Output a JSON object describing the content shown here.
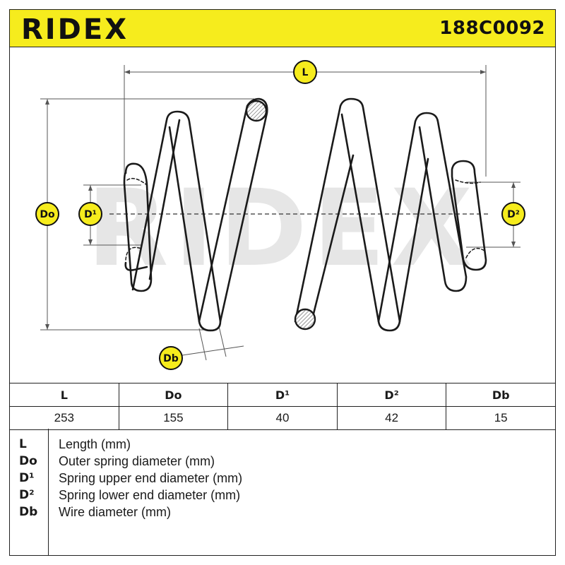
{
  "header": {
    "brand": "RIDEX",
    "part_number": "188C0092"
  },
  "diagram": {
    "watermark": "RIDEX",
    "labels": {
      "length": "L",
      "outer_diameter": "Do",
      "upper_end_diameter": "D¹",
      "lower_end_diameter": "D²",
      "wire_diameter": "Db"
    },
    "label_color": "#f6ec1d"
  },
  "spec_table": {
    "headers": [
      "L",
      "Do",
      "D¹",
      "D²",
      "Db"
    ],
    "values": [
      "253",
      "155",
      "40",
      "42",
      "15"
    ]
  },
  "legend": [
    {
      "code": "L",
      "description": "Length (mm)"
    },
    {
      "code": "Do",
      "description": "Outer spring diameter (mm)"
    },
    {
      "code": "D¹",
      "description": "Spring upper end diameter (mm)"
    },
    {
      "code": "D²",
      "description": "Spring lower end diameter (mm)"
    },
    {
      "code": "Db",
      "description": "Wire diameter (mm)"
    }
  ]
}
